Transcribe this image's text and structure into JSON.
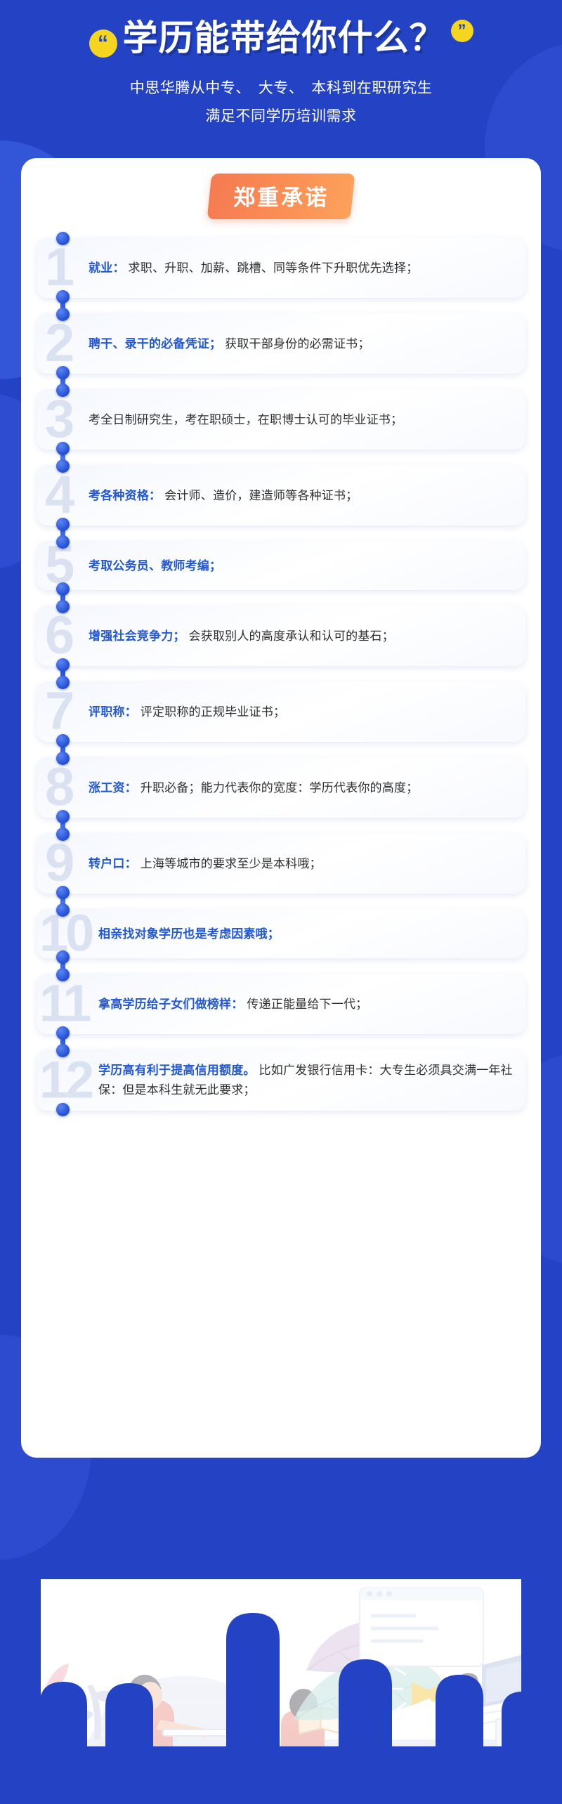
{
  "header": {
    "quote_open": "“",
    "quote_close": "”",
    "title": "学历能带给你什么？",
    "subtitle_line1": "中思华腾从中专、　大专、　本科到在职研究生",
    "subtitle_line2": "满足不同学历培训需求"
  },
  "badge": {
    "label": "郑重承诺"
  },
  "colors": {
    "background_blue": "#2343c4",
    "accent_blue": "#2257d6",
    "badge_orange": "#fb8b53",
    "quote_yellow": "#f5d520",
    "ghost_number": "#c9d4ea",
    "body_text": "#2e2e2e"
  },
  "items": [
    {
      "number": "1",
      "highlight": "就业：",
      "text": "求职、升职、加薪、跳槽、同等条件下升职优先选择；"
    },
    {
      "number": "2",
      "highlight": "聘干、录干的必备凭证；",
      "text": "获取干部身份的必需证书；"
    },
    {
      "number": "3",
      "highlight": "",
      "text": "考全日制研究生，考在职硕士，在职博士认可的毕业证书；"
    },
    {
      "number": "4",
      "highlight": "考各种资格：",
      "text": "会计师、造价，建造师等各种证书；"
    },
    {
      "number": "5",
      "highlight": "考取公务员、教师考编；",
      "text": ""
    },
    {
      "number": "6",
      "highlight": "增强社会竞争力；",
      "text": "会获取别人的高度承认和认可的基石；"
    },
    {
      "number": "7",
      "highlight": "评职称：",
      "text": "评定职称的正规毕业证书；"
    },
    {
      "number": "8",
      "highlight": "涨工资：",
      "text": "升职必备；能力代表你的宽度：学历代表你的高度；"
    },
    {
      "number": "9",
      "highlight": "转户口：",
      "text": "上海等城市的要求至少是本科哦；"
    },
    {
      "number": "10",
      "highlight": "相亲找对象学历也是考虑因素哦；",
      "text": ""
    },
    {
      "number": "11",
      "highlight": "拿高学历给子女们做榜样：",
      "text": "传递正能量给下一代；"
    },
    {
      "number": "12",
      "highlight": "学历高有利于提高信用额度。",
      "text": "比如广发银行信用卡：大专生必须具交满一年社保：但是本科生就无此要求；"
    }
  ],
  "bottom_illustration": {
    "description": "people-studying-illustration",
    "elements": [
      "person-at-desk",
      "person-with-megaphone",
      "leaf-decoration",
      "laptop",
      "bar-pillars"
    ]
  }
}
